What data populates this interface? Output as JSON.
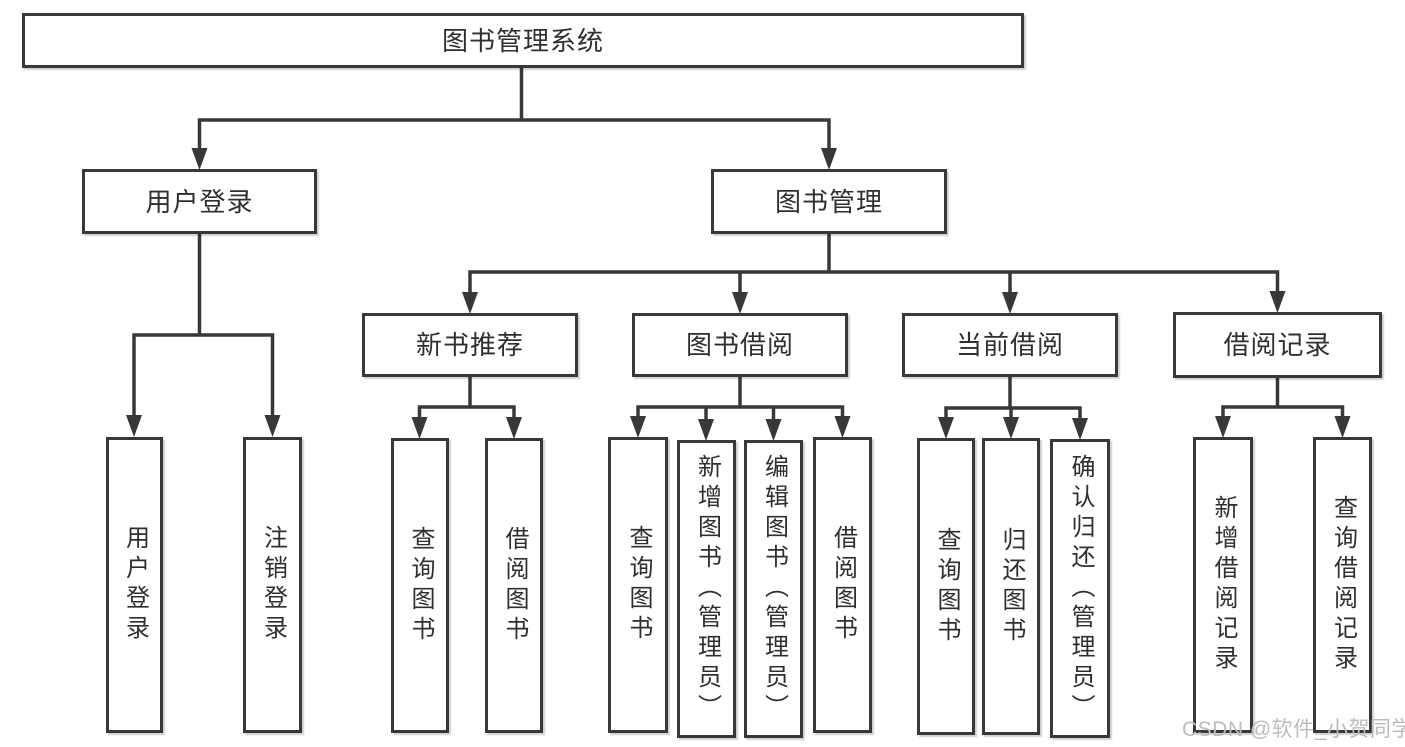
{
  "tree": {
    "root": "图书管理系统",
    "branches": [
      {
        "label": "用户登录",
        "children": [
          "用户登录",
          "注销登录"
        ]
      },
      {
        "label": "图书管理",
        "sections": [
          {
            "label": "新书推荐",
            "children": [
              "查询图书",
              "借阅图书"
            ]
          },
          {
            "label": "图书借阅",
            "children": [
              "查询图书",
              "新增图书（管理员）",
              "编辑图书（管理员）",
              "借阅图书"
            ]
          },
          {
            "label": "当前借阅",
            "children": [
              "查询图书",
              "归还图书",
              "确认归还（管理员）"
            ]
          },
          {
            "label": "借阅记录",
            "children": [
              "新增借阅记录",
              "查询借阅记录"
            ]
          }
        ]
      }
    ]
  },
  "watermark": "CSDN @软件_小贺同学",
  "colors": {
    "line": "#383838",
    "text": "#2f2f2f",
    "box_fill": "#ffffff",
    "watermark": "#bcbcbc",
    "background": "#ffffff"
  }
}
